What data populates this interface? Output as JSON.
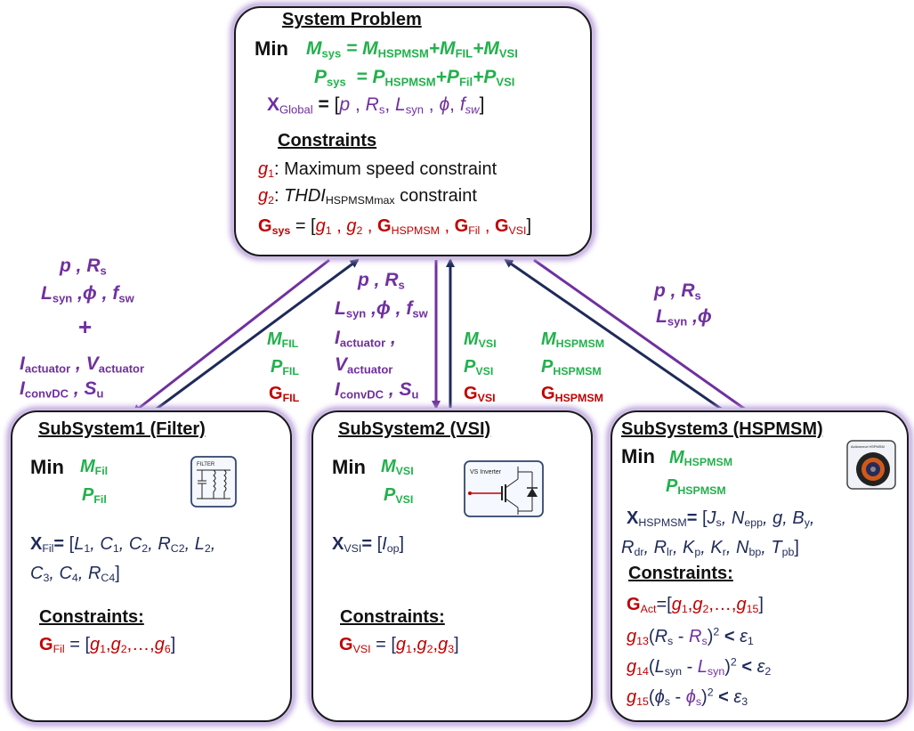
{
  "system": {
    "title": "System Problem",
    "min": "Min",
    "constraints_title": "Constraints",
    "g1_text": ": Maximum speed constraint",
    "g2_text": " constraint"
  },
  "sub1": {
    "title": "SubSystem1 (Filter)",
    "min": "Min",
    "constraints_title": "Constraints:"
  },
  "sub2": {
    "title": "SubSystem2 (VSI)",
    "min": "Min",
    "constraints_title": "Constraints:"
  },
  "sub3": {
    "title": "SubSystem3 (HSPMSM)",
    "min": "Min",
    "constraints_title": "Constraints:"
  },
  "icons": {
    "filter_label": "FILTER",
    "inverter_label": "VS Inverter",
    "motor_label": "Actionneur HSPMSM"
  },
  "colors": {
    "box_border": "#1a1a1a",
    "glow": "#b59ad9",
    "green": "#22b14c",
    "purple": "#7030a0",
    "red": "#c00000",
    "navy": "#1f2a5a",
    "arrow_purple": "#7030a0",
    "arrow_navy": "#1f2a5a"
  }
}
